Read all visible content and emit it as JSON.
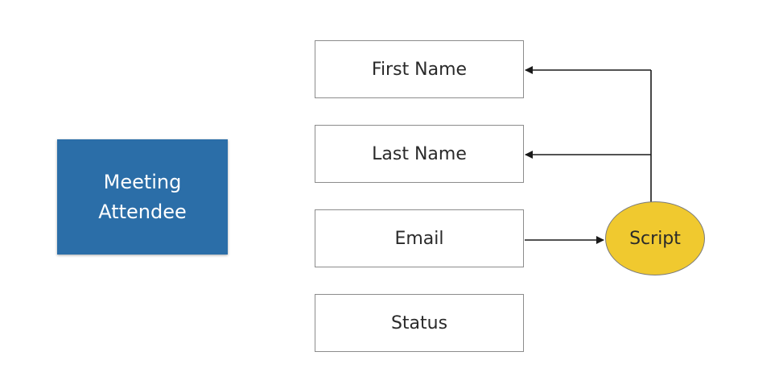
{
  "entity": {
    "line1": "Meeting",
    "line2": "Attendee"
  },
  "fields": [
    "First Name",
    "Last Name",
    "Email",
    "Status"
  ],
  "script_label": "Script",
  "colors": {
    "entity_fill": "#2b6ea8",
    "script_fill": "#f0c92f",
    "field_border": "#8c8c8c",
    "arrow": "#1a1a1a"
  }
}
